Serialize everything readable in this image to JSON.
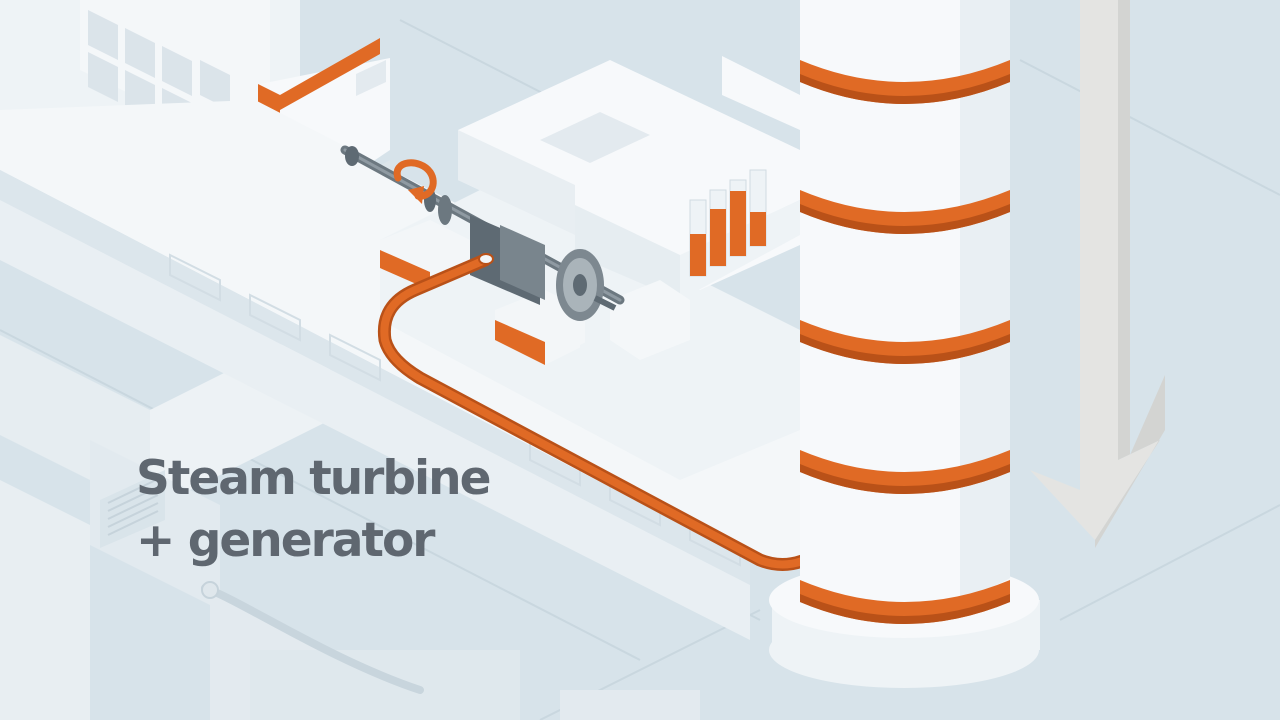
{
  "caption": {
    "line1": "Steam turbine",
    "line2": "+ generator"
  },
  "palette": {
    "background": "#d7e3ea",
    "surface": "#f3f6f8",
    "shade": "#c8d5dd",
    "deep_shade": "#b8c7d0",
    "accent": "#e06a25",
    "accent_dark": "#b95118",
    "machine": "#5e6a73",
    "text": "#5f6770"
  },
  "scene": {
    "chimney_bands": 5,
    "building_fill_levels": [
      0.55,
      0.75,
      0.85,
      0.45
    ],
    "rotation_arrow_icon": "circular-arrow-icon",
    "flow_arrow_icon": "down-arrow-icon"
  }
}
